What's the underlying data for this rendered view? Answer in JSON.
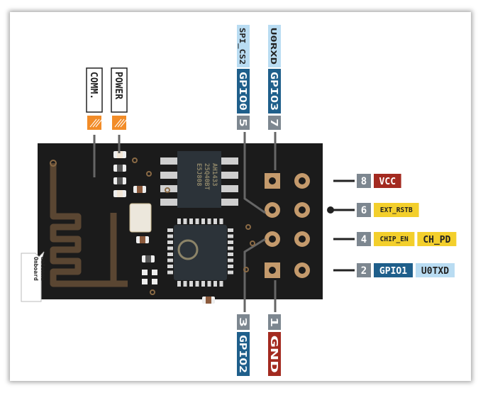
{
  "leds": [
    {
      "label": "COMM.",
      "color": "#f28c28"
    },
    {
      "label": "POWER",
      "color": "#f28c28"
    }
  ],
  "antenna_label": "Onboard antenna",
  "flash_chip_text": [
    "AH1433",
    "25Q40BT",
    "E5J808"
  ],
  "colors": {
    "board": "#1b1b1b",
    "trace": "#5a4632",
    "pin_number": "#7d8790",
    "gpio": "#1f5f8b",
    "uart": "#b9dcf2",
    "power": "#a32a20",
    "control": "#f3cf2c"
  },
  "pins": {
    "top": [
      {
        "number": "5",
        "labels": [
          {
            "text": "GPIO0",
            "kind": "gpio"
          },
          {
            "text": "SPI_CS2",
            "kind": "uart"
          }
        ]
      },
      {
        "number": "7",
        "labels": [
          {
            "text": "GPIO3",
            "kind": "gpio"
          },
          {
            "text": "U0RXD",
            "kind": "uart"
          }
        ]
      }
    ],
    "right": [
      {
        "number": "8",
        "labels": [
          {
            "text": "VCC",
            "kind": "power"
          }
        ]
      },
      {
        "number": "6",
        "labels": [
          {
            "text": "EXT_RSTB",
            "kind": "control"
          }
        ]
      },
      {
        "number": "4",
        "labels": [
          {
            "text": "CHIP_EN",
            "kind": "control"
          },
          {
            "text": "CH_PD",
            "kind": "control"
          }
        ]
      },
      {
        "number": "2",
        "labels": [
          {
            "text": "GPIO1",
            "kind": "gpio"
          },
          {
            "text": "U0TXD",
            "kind": "uart"
          }
        ]
      }
    ],
    "bottom": [
      {
        "number": "3",
        "labels": [
          {
            "text": "GPIO2",
            "kind": "gpio"
          }
        ]
      },
      {
        "number": "1",
        "labels": [
          {
            "text": "GND",
            "kind": "power"
          }
        ]
      }
    ]
  }
}
